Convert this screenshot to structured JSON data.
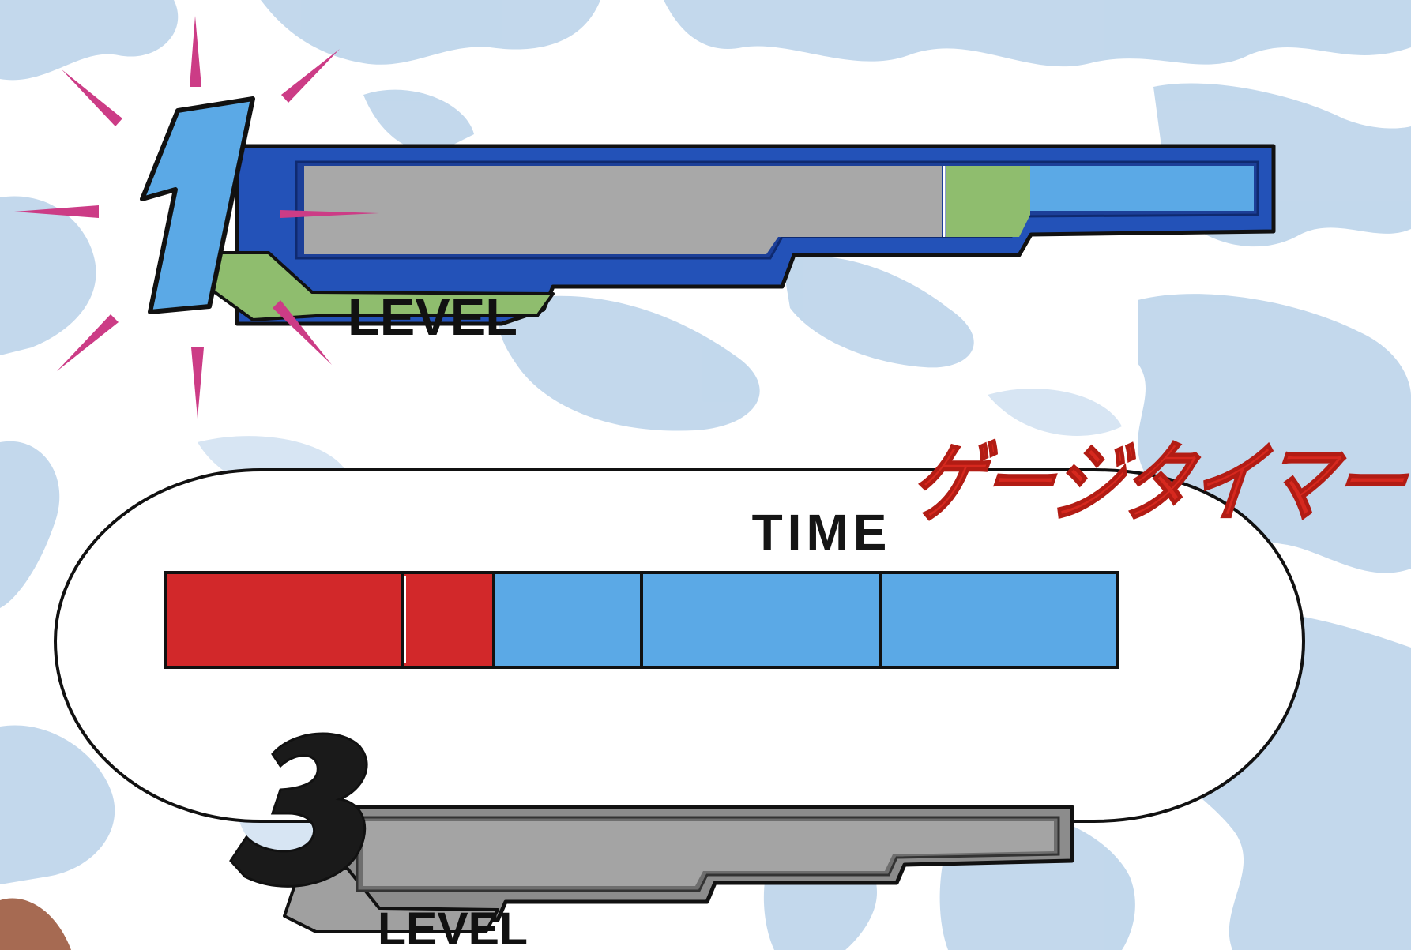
{
  "colors": {
    "background_blue": "#bcd4ea",
    "frame_blue": "#2352b8",
    "light_blue": "#5ba9e6",
    "gauge_gray": "#a8a8a8",
    "gauge_green": "#8fbd6e",
    "time_red": "#d2282a",
    "accent_pink": "#cc3c86",
    "title_red": "#d6281e",
    "outline": "#111111"
  },
  "level_gauge_active": {
    "number": "1",
    "label": "LEVEL",
    "icon": "burst-icon",
    "segments": [
      "gray",
      "green",
      "light-blue"
    ]
  },
  "level_gauge_inactive": {
    "number": "3",
    "label": "LEVEL",
    "segments": [
      "gray"
    ]
  },
  "time_gauge": {
    "title": "ゲージタイマー",
    "label": "TIME",
    "blocks": [
      "red",
      "red",
      "blue",
      "blue",
      "blue"
    ],
    "elapsed_blocks": 2,
    "total_blocks": 5
  }
}
